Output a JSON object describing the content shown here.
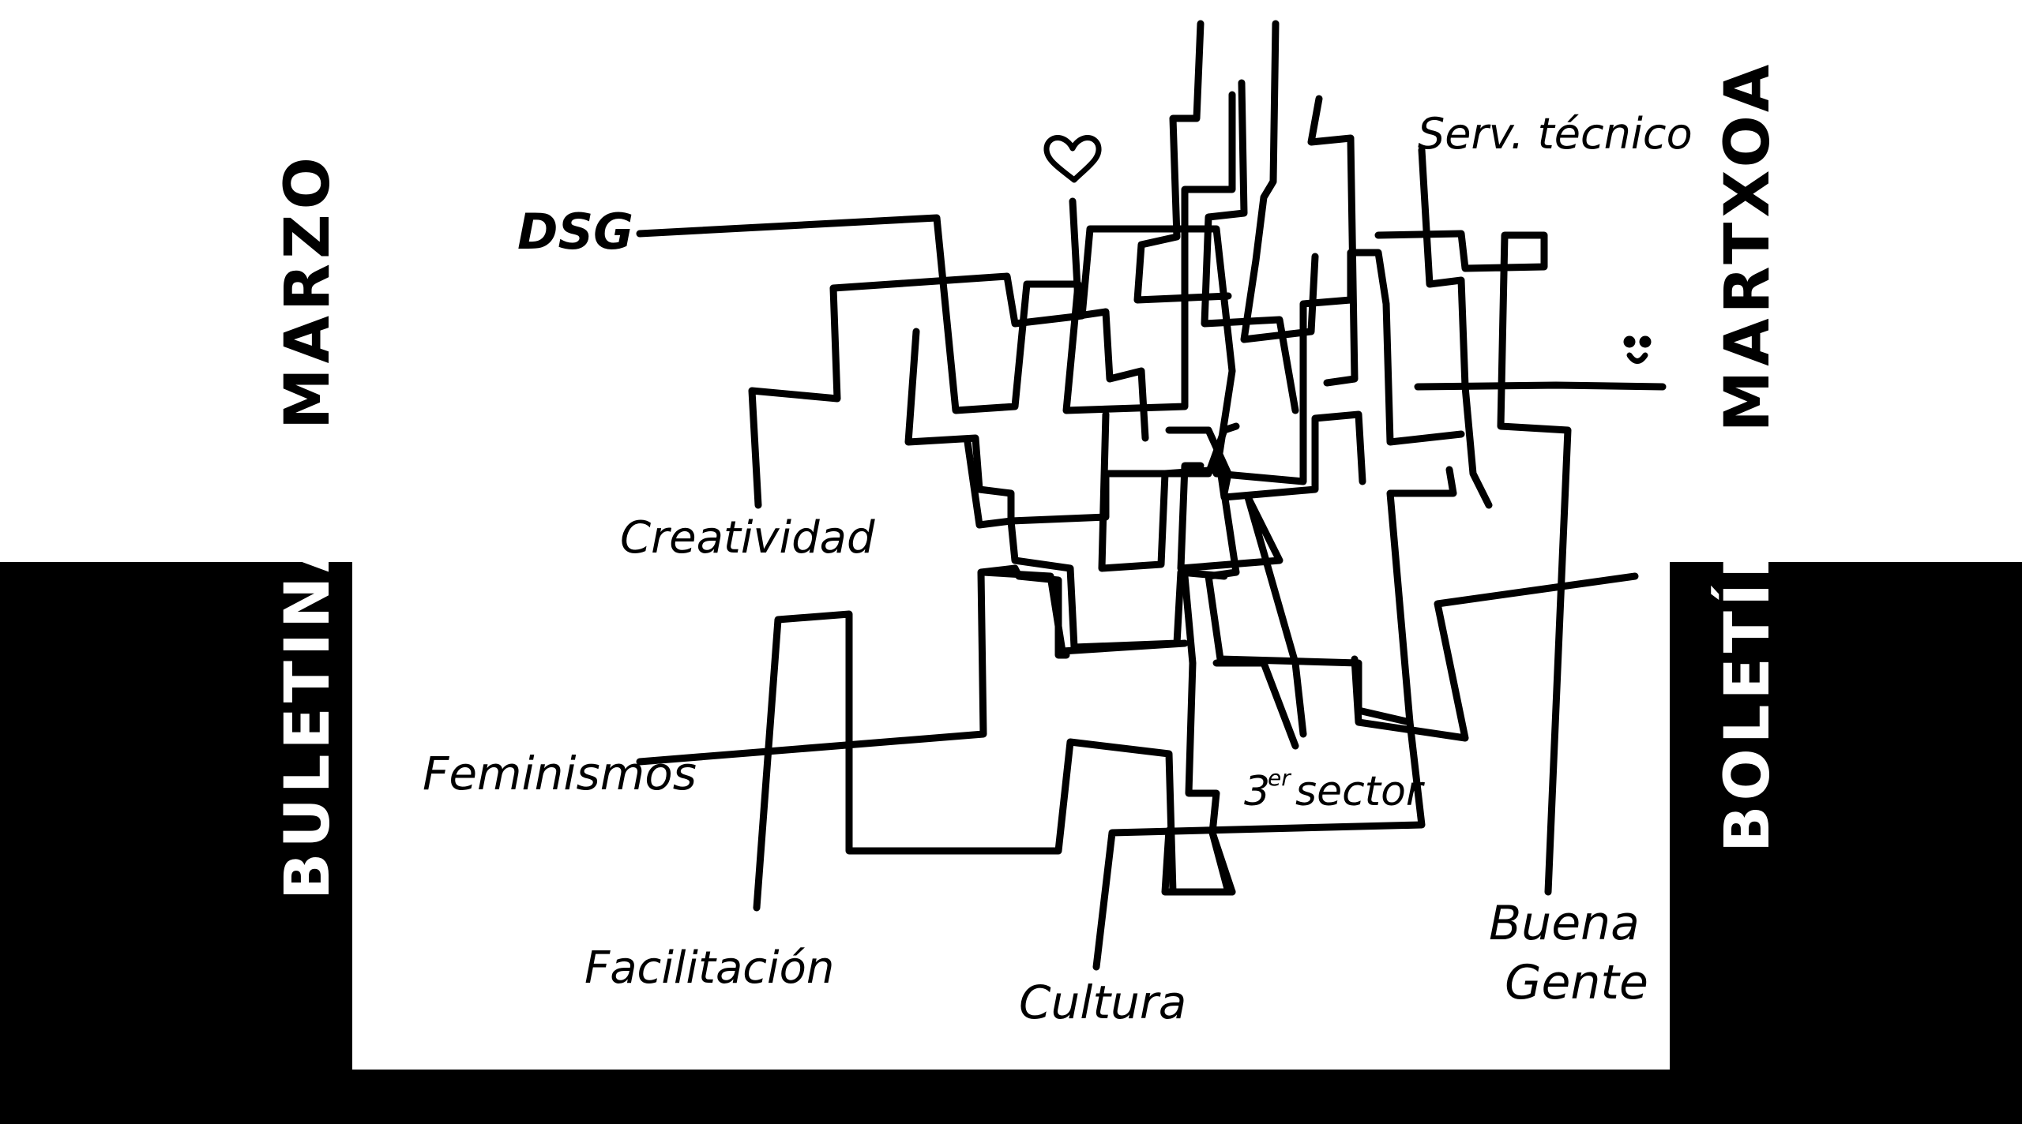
{
  "side_left": {
    "word_a": "BULETINA",
    "word_b": "MARZO"
  },
  "side_right": {
    "word_a": "BOLETÍN",
    "word_b": "MARTXOA"
  },
  "labels": {
    "dsg": "DSG",
    "serv_tecnico": "Serv. técnico",
    "creatividad": "Creatividad",
    "feminismos": "Feminismos",
    "facilitacion": "Facilitación",
    "cultura": "Cultura",
    "tercer_sector_num": "3",
    "tercer_sector_sup": "er",
    "tercer_sector_word": "sector",
    "buena": "Buena",
    "gente": "Gente"
  },
  "icons": {
    "heart": "heart-icon",
    "smiley": "smiley-icon"
  },
  "colors": {
    "ink": "#000000",
    "paper": "#ffffff"
  }
}
